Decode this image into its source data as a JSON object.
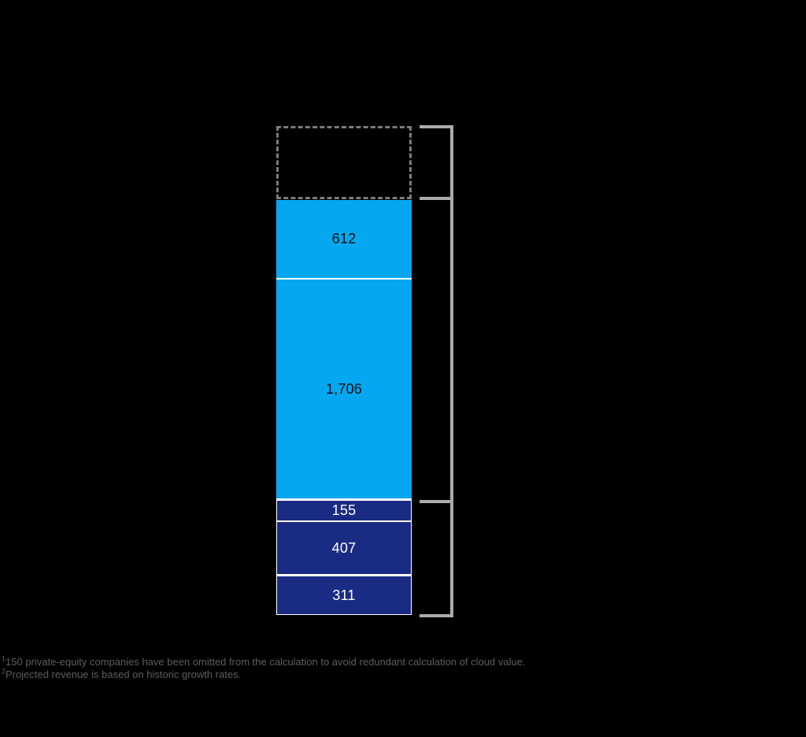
{
  "chart_data": {
    "type": "bar",
    "subtype": "single-stacked-column",
    "title": "",
    "xlabel": "",
    "ylabel": "",
    "axes": "none",
    "legend": "none",
    "grid": false,
    "segments": [
      {
        "id": "projected-dashed",
        "label": "",
        "value": null,
        "fill": "none",
        "outline": "dashed-gray"
      },
      {
        "id": "light-blue-top",
        "label": "612",
        "value": 612,
        "fill": "#05A8F0"
      },
      {
        "id": "light-blue-main",
        "label": "1,706",
        "value": 1706,
        "fill": "#05A8F0"
      },
      {
        "id": "dark-blue-top",
        "label": "155",
        "value": 155,
        "fill": "#1A2B84"
      },
      {
        "id": "dark-blue-mid",
        "label": "407",
        "value": 407,
        "fill": "#1A2B84"
      },
      {
        "id": "dark-blue-bottom",
        "label": "311",
        "value": 311,
        "fill": "#1A2B84"
      }
    ],
    "bracket": {
      "side": "right",
      "color": "#ABABAB",
      "sections": [
        "dashed-projection-segment",
        "light-blue-segments",
        "dark-blue-segments"
      ]
    }
  },
  "footnotes": [
    {
      "marker": "1",
      "text": "150 private-equity companies have been omitted from the calculation to avoid redundant calculation of cloud value."
    },
    {
      "marker": "2",
      "text": "Projected revenue is based on historic growth rates."
    }
  ],
  "colors": {
    "background": "#000000",
    "light_blue": "#05A8F0",
    "dark_blue": "#1A2B84",
    "bracket_gray": "#ABABAB",
    "dashed_border_gray": "#7C7C7C",
    "segment_divider": "#FFFFFF",
    "label_on_light_blue": "#0B0B0B",
    "label_on_dark_blue": "#FFFFFF",
    "footnote_text": "#5D5D5D"
  }
}
